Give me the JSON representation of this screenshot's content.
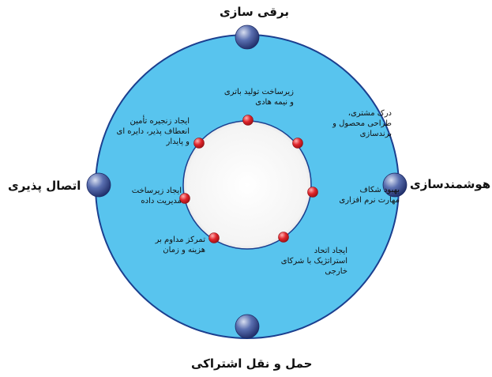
{
  "diagram": {
    "outer_labels": {
      "top": "برقی سازی",
      "right": "هوشمندسازی",
      "bottom": "حمل و نقل اشتراکی",
      "left": "اتصال پذیری"
    },
    "inner_items": [
      "زیرساخت تولید باتری\nو نیمه هادی",
      "درک مشتری،\nطراحی محصول و\nبرندسازی",
      "بهبود شکاف\nمهارت نرم افزاری",
      "ایجاد اتحاد\nاستراتژیک با شرکای\nخارجی",
      "تمرکز مداوم بر\nهزینه و زمان",
      "ایجاد زیرساخت\nمدیریت داده",
      "ایجاد زنجیره تأمین\nانعطاف پذیر، دایره ای\nو پایدار"
    ],
    "colors": {
      "ring_fill": "#58c4ee",
      "ring_stroke": "#1b3f8f",
      "inner_fill": "#f2f2f2",
      "dot_red": "#e0252b",
      "node_blue": "#2d3f86"
    }
  }
}
